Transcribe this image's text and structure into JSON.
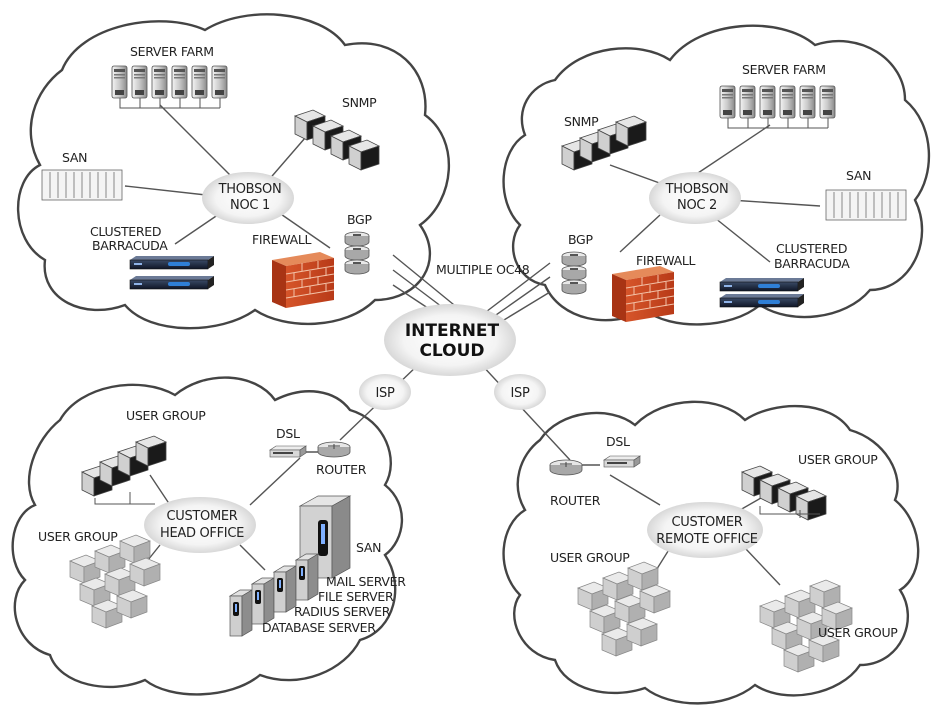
{
  "noc1": {
    "server_farm": "SERVER FARM",
    "snmp": "SNMP",
    "san": "SAN",
    "hub_line1": "THOBSON",
    "hub_line2": "NOC 1",
    "bgp": "BGP",
    "firewall": "FIREWALL",
    "barracuda_line1": "CLUSTERED",
    "barracuda_line2": "BARRACUDA"
  },
  "noc2": {
    "server_farm": "SERVER FARM",
    "snmp": "SNMP",
    "san": "SAN",
    "hub_line1": "THOBSON",
    "hub_line2": "NOC 2",
    "bgp": "BGP",
    "firewall": "FIREWALL",
    "barracuda_line1": "CLUSTERED",
    "barracuda_line2": "BARRACUDA"
  },
  "internet": {
    "line1": "INTERNET",
    "line2": "CLOUD",
    "link_label": "MULTIPLE OC48",
    "isp_left": "ISP",
    "isp_right": "ISP"
  },
  "head_office": {
    "user_group_top": "USER GROUP",
    "user_group_left": "USER GROUP",
    "dsl": "DSL",
    "router": "ROUTER",
    "hub_line1": "CUSTOMER",
    "hub_line2": "HEAD OFFICE",
    "san": "SAN",
    "servers": [
      "MAIL SERVER",
      "FILE SERVER",
      "RADIUS SERVER",
      "DATABASE SERVER"
    ]
  },
  "remote_office": {
    "dsl": "DSL",
    "router": "ROUTER",
    "user_group_top": "USER GROUP",
    "user_group_left": "USER GROUP",
    "user_group_right": "USER GROUP",
    "hub_line1": "CUSTOMER",
    "hub_line2": "REMOTE OFFICE"
  }
}
